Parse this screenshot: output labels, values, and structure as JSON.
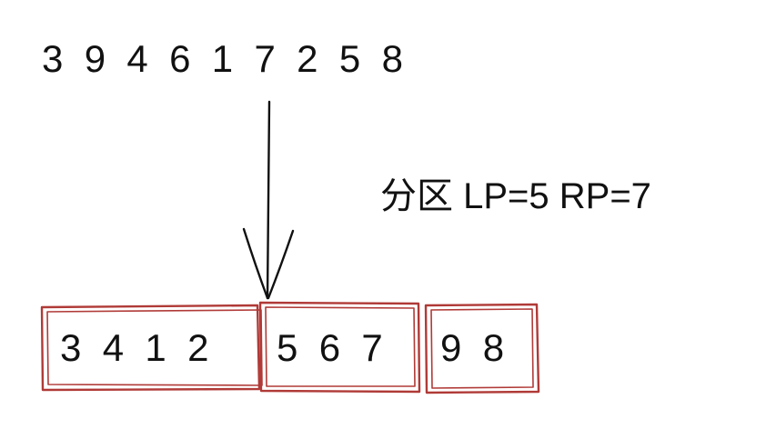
{
  "sequence": "3  9  4  6  1  7  2  5  8",
  "caption": "分区 LP=5 RP=7",
  "partitions": [
    {
      "text": "3  4  1  2"
    },
    {
      "text": "5  6  7"
    },
    {
      "text": "9  8"
    }
  ],
  "colors": {
    "box_stroke": "#b03a37",
    "ink": "#111111"
  }
}
